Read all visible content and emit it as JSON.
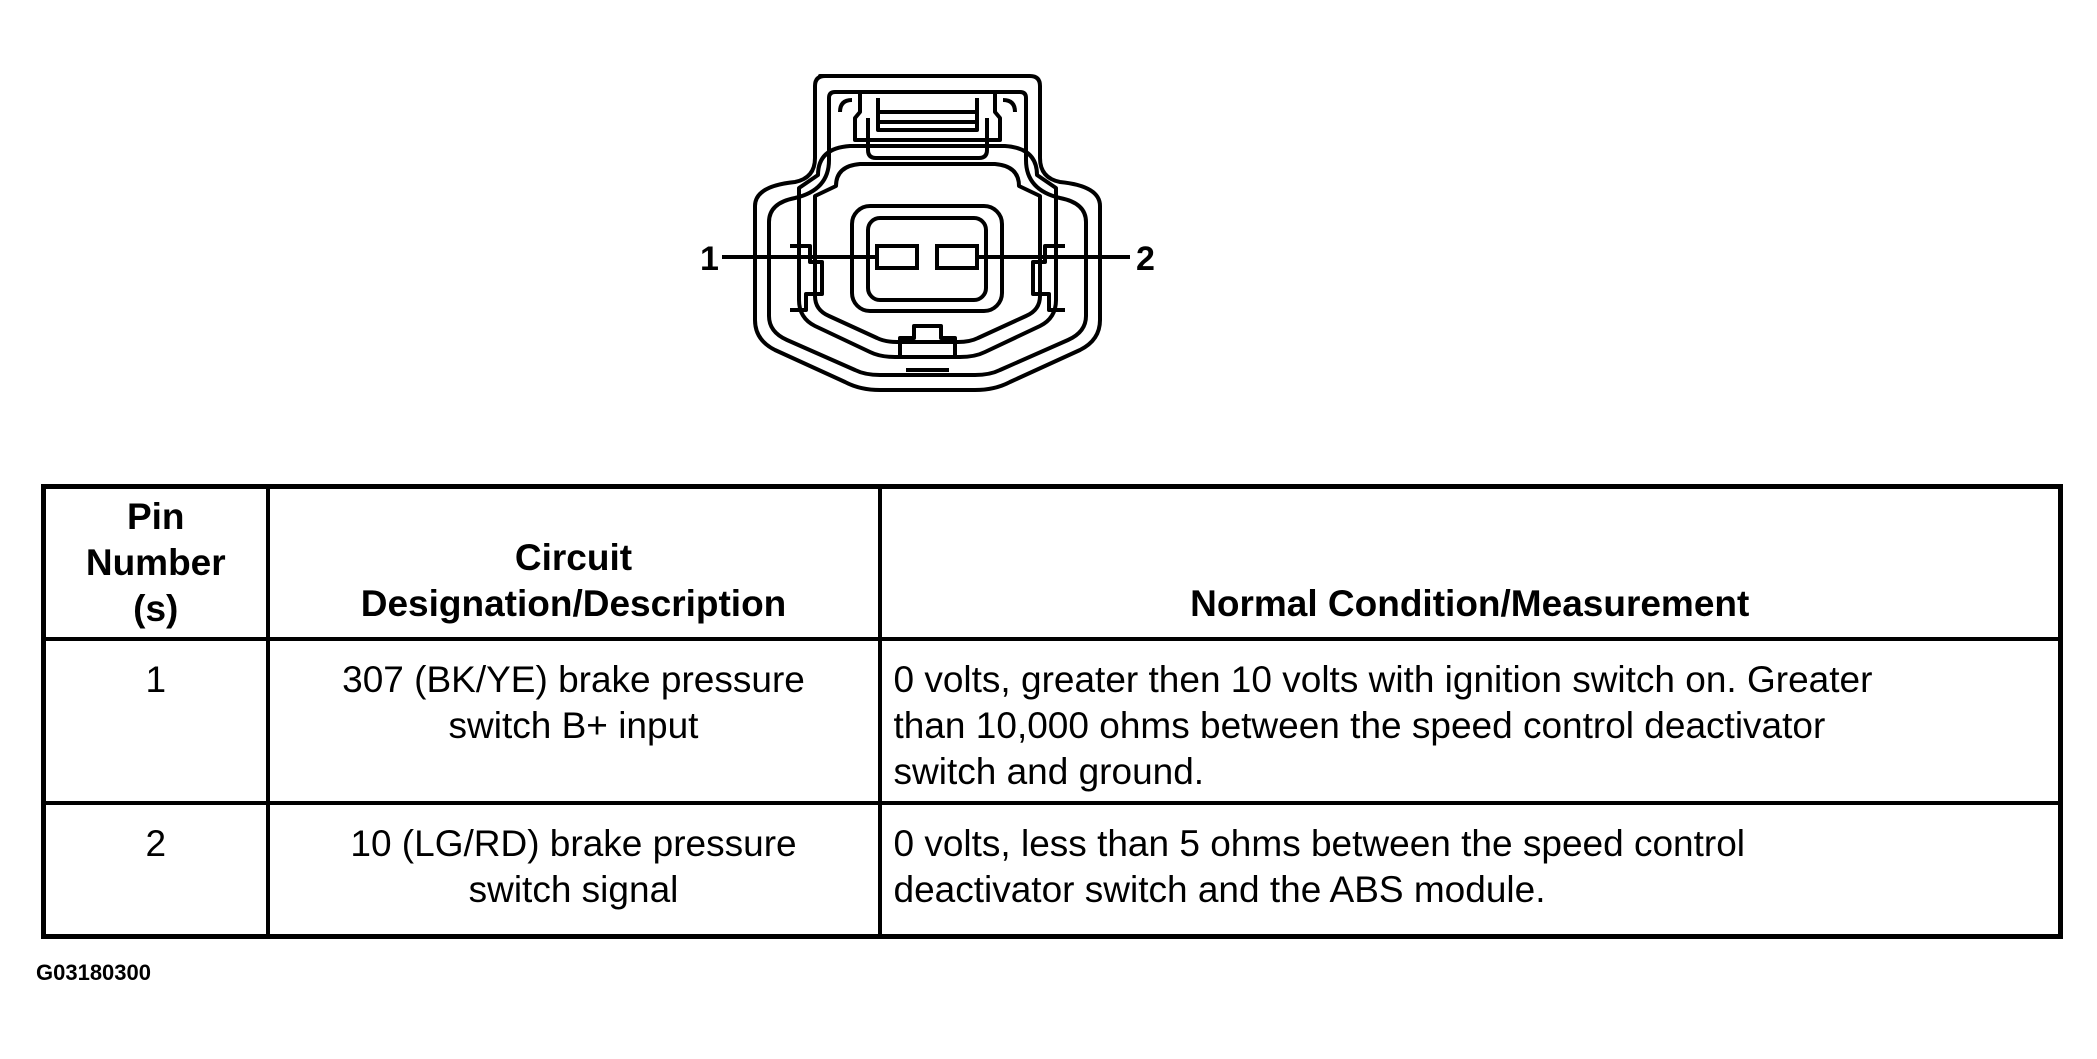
{
  "diagram": {
    "pins": [
      {
        "number": "1"
      },
      {
        "number": "2"
      }
    ]
  },
  "table": {
    "headers": {
      "pin": "Pin\nNumber\n(s)",
      "circuit": "Circuit\nDesignation/Description",
      "measurement": "Normal Condition/Measurement"
    },
    "rows": [
      {
        "pin": "1",
        "circuit": "307 (BK/YE) brake pressure\nswitch B+ input",
        "measurement": "0 volts, greater then 10 volts with ignition switch on. Greater\nthan 10,000 ohms between the speed control deactivator\nswitch and ground."
      },
      {
        "pin": "2",
        "circuit": "10 (LG/RD) brake pressure\nswitch signal",
        "measurement": "0 volts, less than 5 ohms between the speed control\ndeactivator switch and the ABS module."
      }
    ]
  },
  "figure_code": "G03180300"
}
